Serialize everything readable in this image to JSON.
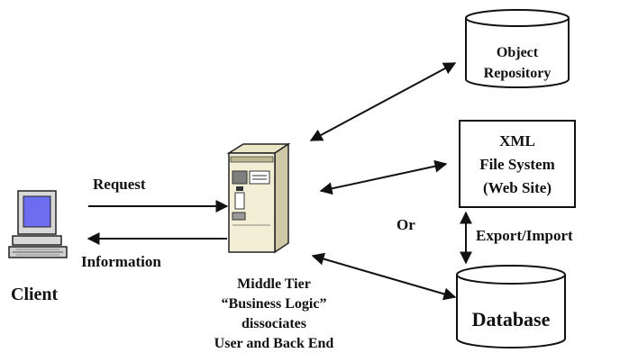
{
  "client": {
    "label": "Client"
  },
  "arrows": {
    "request": "Request",
    "information": "Information",
    "or": "Or",
    "export_import": "Export/Import"
  },
  "middle_tier": {
    "line1": "Middle Tier",
    "line2": "“Business Logic”",
    "line3": "dissociates",
    "line4": "User and Back End"
  },
  "object_repository": {
    "line1": "Object",
    "line2": "Repository"
  },
  "xml_box": {
    "line1": "XML",
    "line2": "File System",
    "line3": "(Web Site)"
  },
  "database": {
    "label": "Database"
  }
}
